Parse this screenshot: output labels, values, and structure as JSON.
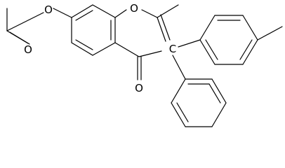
{
  "atoms": {
    "ester_ring_oxygen": "O",
    "ester_carbonyl_oxygen": "O",
    "pyran_oxygen": "O",
    "ketone_oxygen": "O",
    "quaternary_carbon": "C"
  },
  "colors": {
    "bond": "#000000",
    "background": "#ffffff"
  }
}
